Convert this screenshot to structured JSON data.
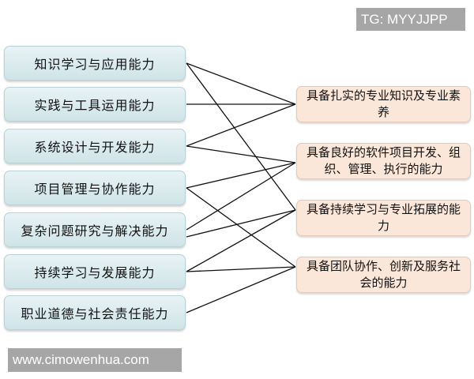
{
  "watermarks": {
    "top": "TG: MYYJJPP",
    "bottom": "www.cimowenhua.com"
  },
  "left_abilities": [
    {
      "label": "知识学习与应用能力"
    },
    {
      "label": "实践与工具运用能力"
    },
    {
      "label": "系统设计与开发能力"
    },
    {
      "label": "项目管理与协作能力"
    },
    {
      "label": "复杂问题研究与解决能力"
    },
    {
      "label": "持续学习与发展能力"
    },
    {
      "label": "职业道德与社会责任能力"
    }
  ],
  "right_goals": [
    {
      "label": "具备扎实的专业知识及专业素养"
    },
    {
      "label": "具备良好的软件项目开发、组织、管理、执行的能力"
    },
    {
      "label": "具备持续学习与专业拓展的能力"
    },
    {
      "label": "具备团队协作、创新及服务社会的能力"
    }
  ],
  "connections": [
    {
      "from": 1,
      "to": 1
    },
    {
      "from": 1,
      "to": 3
    },
    {
      "from": 2,
      "to": 1
    },
    {
      "from": 3,
      "to": 1
    },
    {
      "from": 3,
      "to": 2
    },
    {
      "from": 4,
      "to": 2
    },
    {
      "from": 4,
      "to": 4
    },
    {
      "from": 5,
      "to": 2
    },
    {
      "from": 5,
      "to": 3
    },
    {
      "from": 6,
      "to": 3
    },
    {
      "from": 6,
      "to": 4
    },
    {
      "from": 7,
      "to": 4
    }
  ]
}
